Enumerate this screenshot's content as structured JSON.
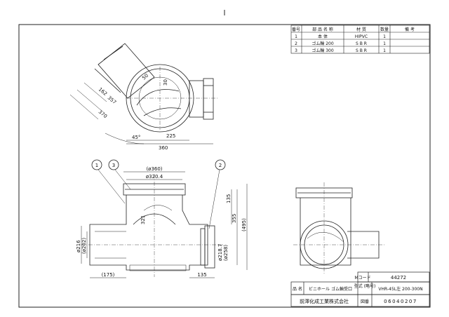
{
  "parts_table": {
    "headers": [
      "番号",
      "部 品 名 称",
      "材 質",
      "数量",
      "備 考"
    ],
    "rows": [
      [
        "1",
        "本 体",
        "HIPVC",
        "1",
        ""
      ],
      [
        "2",
        "ゴム輪 200",
        "S B R",
        "1",
        ""
      ],
      [
        "3",
        "ゴム輪 300",
        "S B R",
        "1",
        ""
      ]
    ]
  },
  "title_block": {
    "m_code_label": "Mコード",
    "m_code_value": "44272",
    "model_label": "型式\n(略号)",
    "model_value": "VHR-45L左 200-300N",
    "product_label": "品 名",
    "product_value": "ビニホール ゴム輪受口",
    "company": "前澤化成工業株式会社",
    "drawing_no_label": "図番",
    "drawing_no_value": "06040207"
  },
  "top_view": {
    "dims": [
      "50",
      "30",
      "162",
      "357",
      "370",
      "45°",
      "225",
      "360"
    ]
  },
  "front_view": {
    "callouts": [
      "1",
      "3",
      "2"
    ],
    "dims": [
      "(ø360)",
      "ø320.4",
      "135",
      "355",
      "(495)",
      "321",
      "ø216",
      "(ø202)",
      "ø218.7",
      "(ø258)",
      "(175)",
      "135"
    ]
  }
}
